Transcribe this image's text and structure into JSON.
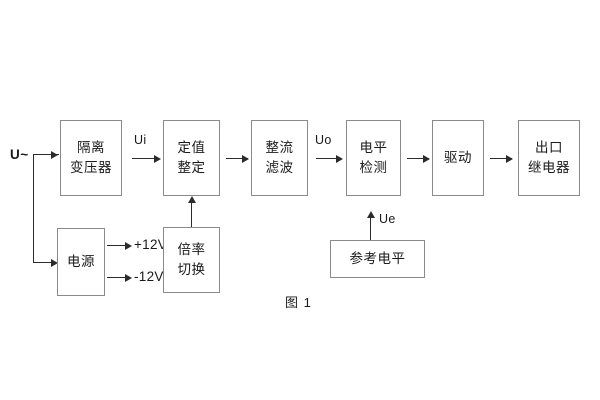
{
  "figure": {
    "caption": "图 1",
    "input_terminal": "U~",
    "colors": {
      "background": "#ffffff",
      "box_border": "#8a8a8a",
      "line": "#2b2b2b",
      "text": "#1a1a1a"
    }
  },
  "blocks": {
    "isolation_transformer": {
      "line1": "隔离",
      "line2": "变压器"
    },
    "setting_value": {
      "line1": "定值",
      "line2": "整定"
    },
    "rectify_filter": {
      "line1": "整流",
      "line2": "滤波"
    },
    "level_detect": {
      "line1": "电平",
      "line2": "检测"
    },
    "drive": {
      "line1": "驱动"
    },
    "output_relay": {
      "line1": "出口",
      "line2": "继电器"
    },
    "power_supply": {
      "line1": "电源"
    },
    "ratio_switch": {
      "line1": "倍率",
      "line2": "切换"
    },
    "reference_level": {
      "line1": "参考电平"
    }
  },
  "signals": {
    "ui": "Ui",
    "uo": "Uo",
    "ue": "Ue",
    "rail_positive": "+12V",
    "rail_negative": "-12V"
  }
}
